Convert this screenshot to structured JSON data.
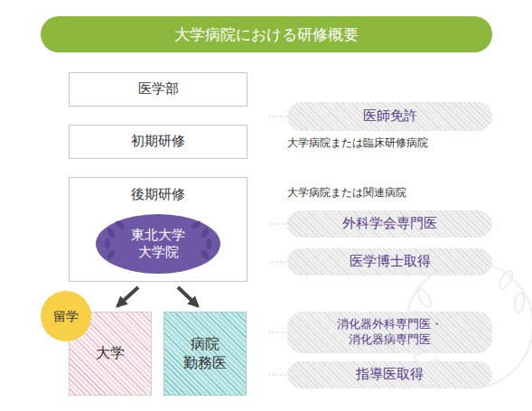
{
  "diagram": {
    "title": "大学病院における研修概要",
    "nodes": [
      {
        "text": [
          "医学部"
        ]
      },
      {
        "text": [
          "医師免許"
        ]
      },
      {
        "text": [
          "初期研修"
        ]
      },
      {
        "text": [
          "後期研修"
        ]
      },
      {
        "text": [
          "東北大学 大学院"
        ],
        "in": 3
      },
      {
        "text": [
          "外科学会専門医"
        ]
      },
      {
        "text": [
          "医学博士取得"
        ]
      },
      {
        "text": [
          "留学"
        ]
      },
      {
        "text": [
          "大学"
        ]
      },
      {
        "text": [
          "病院 勤務医"
        ]
      },
      {
        "text": [
          "消化器外科専門医・ 消化器病専門医"
        ]
      },
      {
        "text": [
          "指導医取得"
        ]
      }
    ],
    "edges": [
      {
        "from": 3,
        "to": 8,
        "arrow": "to"
      },
      {
        "from": 3,
        "to": 9,
        "arrow": "to"
      }
    ],
    "labels": [
      "大学病院または臨床研修病院",
      "大学病院または関連病院"
    ]
  }
}
